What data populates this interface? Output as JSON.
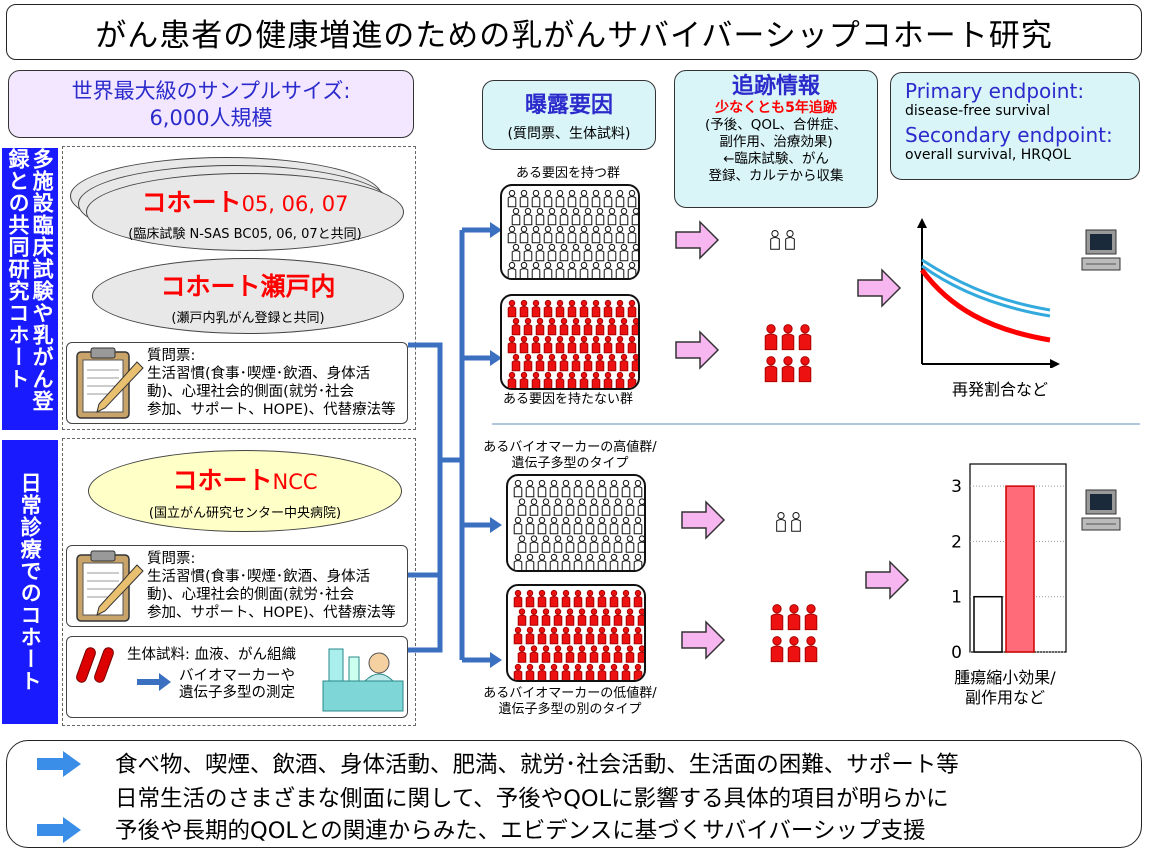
{
  "title": "がん患者の健康増進のための乳がんサバイバーシップコホート研究",
  "sample": {
    "line1": "世界最大級のサンプルサイズ:",
    "line2": "6,000人規模"
  },
  "side_labels": {
    "multicenter": "多施設臨床試験や乳がん登録との共同研究コホート",
    "routine": "日常診療でのコホート"
  },
  "cohort_trial": {
    "title_red": "コホート",
    "title_rest": "05, 06, 07",
    "sub": "(臨床試験 N-SAS BC05, 06, 07と共同)"
  },
  "cohort_setouchi": {
    "title": "コホート瀬戸内",
    "sub": "(瀬戸内乳がん登録と共同)"
  },
  "cohort_ncc": {
    "title_red": "コホート",
    "title_rest": "NCC",
    "sub": "(国立がん研究センター中央病院)"
  },
  "questionnaire": {
    "heading": "質問票:",
    "line1": "生活習慣(食事･喫煙･飲酒、身体活",
    "line2": "動)、心理社会的側面(就労･社会",
    "line3": "参加、サポート、HOPE)、代替療法等"
  },
  "biospecimen": {
    "line1": "生体試料: 血液、がん組織",
    "line2": "バイオマーカーや",
    "line3": "遺伝子多型の測定"
  },
  "exposure": {
    "title": "曝露要因",
    "sub": "(質問票、生体試料)"
  },
  "followup": {
    "title": "追跡情報",
    "red": "少なくとも5年追跡",
    "line1": "(予後、QOL、合併症、",
    "line2": "副作用、治療効果)",
    "line3": "←臨床試験、がん",
    "line4": "登録、カルテから収集"
  },
  "endpoint": {
    "primary_label": "Primary endpoint:",
    "primary_value": "disease-free survival",
    "secondary_label": "Secondary endpoint:",
    "secondary_value": "overall survival, HRQOL"
  },
  "groups": {
    "with_factor": "ある要因を持つ群",
    "without_factor": "ある要因を持たない群",
    "bio_high_1": "あるバイオマーカーの高値群/",
    "bio_high_2": "遺伝子多型のタイプ",
    "bio_low_1": "あるバイオマーカーの低値群/",
    "bio_low_2": "遺伝子多型の別のタイプ"
  },
  "curve_caption": "再発割合など",
  "bar_caption": {
    "line1": "腫瘍縮小効果/",
    "line2": "副作用など"
  },
  "chart_data": {
    "type": "bar",
    "categories": [
      "",
      ""
    ],
    "values": [
      1,
      3
    ],
    "ylim": [
      0,
      3.4
    ],
    "yticks": [
      "0",
      "1",
      "2",
      "3"
    ],
    "colors": [
      "#ffffff",
      "#ff6b78"
    ]
  },
  "bottom": {
    "line1": "食べ物、喫煙、飲酒、身体活動、肥満、就労･社会活動、生活面の困難、サポート等",
    "line2": "日常生活のさまざまな側面に関して、予後やQOLに影響する具体的項目が明らかに",
    "line3": "予後や長期的QOLとの関連からみた、エビデンスに基づくサバイバーシップ支援"
  },
  "colors": {
    "accent_blue": "#1a1aff",
    "red": "#ff0000",
    "arrow_pink": "#f7b6f0",
    "curve_blue": "#33aadd"
  }
}
